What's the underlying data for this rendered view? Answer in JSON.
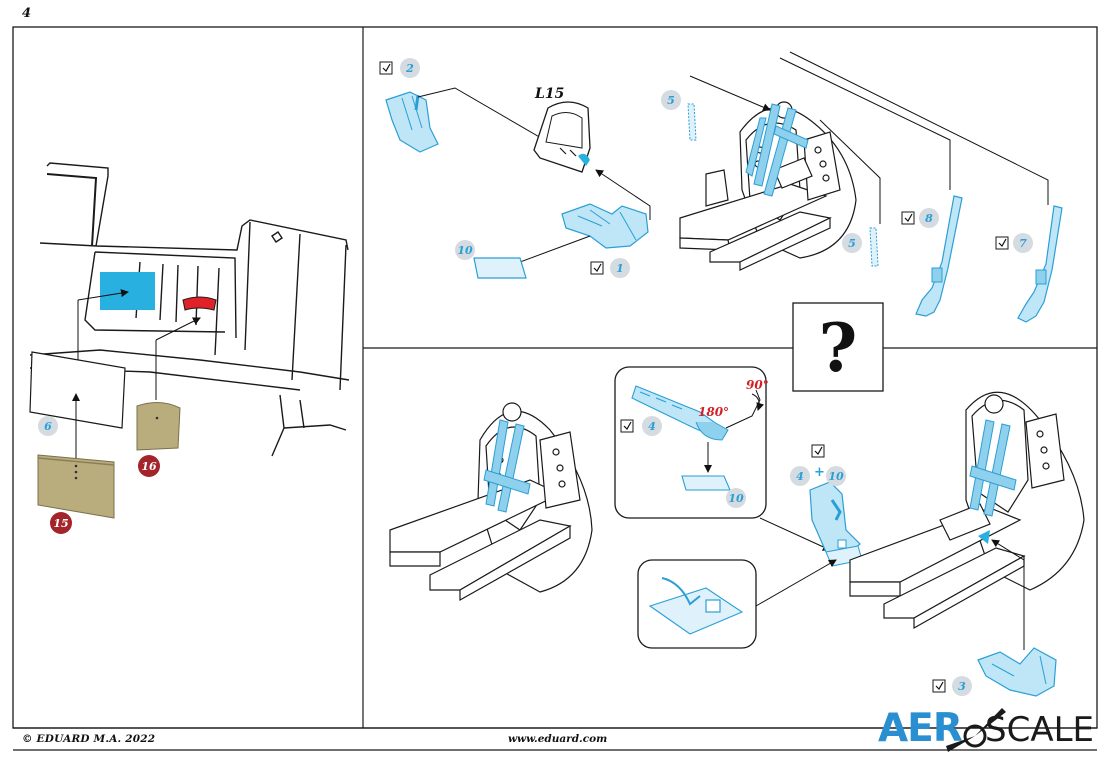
{
  "page_number": "4",
  "footer": {
    "copyright": "© EDUARD  M.A. 2022",
    "website": "www.eduard.com"
  },
  "watermark": {
    "aero": "AER",
    "scale": "SCALE"
  },
  "question_mark": "?",
  "seat_label": "L15",
  "rotations": {
    "first": "90°",
    "second": "180°"
  },
  "plus_sign": "+",
  "part_numbers": {
    "p1": "1",
    "p2": "2",
    "p3": "3",
    "p4a": "4",
    "p4b": "4",
    "p5a": "5",
    "p5b": "5",
    "p6": "6",
    "p7": "7",
    "p8": "8",
    "p10a": "10",
    "p10b": "10",
    "p10c": "10",
    "p15": "15",
    "p16": "16"
  },
  "colors": {
    "photo_etch": "#8fd0ec",
    "photo_etch_outline": "#2a9fd6",
    "paint_red": "#e02228",
    "resin_tan": "#b9ad7e",
    "badge_grey": "#d4dbe1",
    "badge_red": "#a3242a",
    "line": "#1a1a1a"
  }
}
